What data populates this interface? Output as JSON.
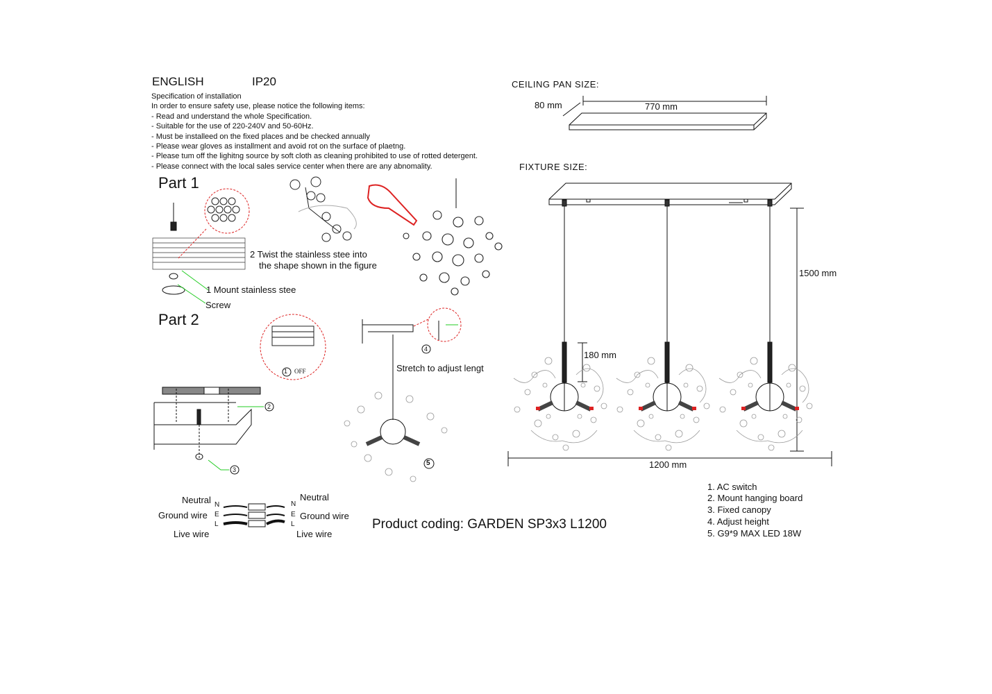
{
  "header": {
    "language": "ENGLISH",
    "ip_rating": "IP20"
  },
  "spec": {
    "title": "Specification of installation",
    "intro": "In order to ensure safety use, please notice the following items:",
    "items": [
      "- Read and understand the whole Specification.",
      "- Suitable for the use of 220-240V and 50-60Hz.",
      "- Must be installeed on the fixed places and be checked annually",
      "- Please wear gloves as installment and avoid rot on the surface of plaetng.",
      "- Please tum off the lighitng source by soft cloth as cleaning prohibited to use of rotted detergent.",
      "- Please connect with the local sales service center when there are any abnomality."
    ]
  },
  "ceiling_pan": {
    "title": "CEILING PAN  SIZE:",
    "depth": "80 mm",
    "length": "770 mm"
  },
  "fixture": {
    "title": "FIXTURE SIZE:",
    "height": "1500 mm",
    "shade_height": "180 mm",
    "width": "1200 mm"
  },
  "part1": {
    "title": "Part 1",
    "step2_line1": "2 Twist  the  stainless  stee  into",
    "step2_line2": "the shape shown in the figure",
    "step1": "1 Mount stainless stee",
    "screw": "Screw"
  },
  "part2": {
    "title": "Part 2",
    "switch_label": "OFF",
    "callouts": [
      "1",
      "2",
      "3",
      "4",
      "5"
    ],
    "stretch": "Stretch to adjust lengt"
  },
  "wiring": {
    "left": {
      "neutral": "Neutral",
      "ground": "Ground wire",
      "live": "Live wire"
    },
    "right": {
      "neutral": "Neutral",
      "ground": "Ground wire",
      "live": "Live wire"
    },
    "letters": [
      "N",
      "E",
      "L"
    ]
  },
  "product_coding": "Product coding: GARDEN SP3x3 L1200",
  "legend": [
    "1. AC switch",
    "2. Mount hanging board",
    "3. Fixed canopy",
    "4. Adjust height",
    "5. G9*9 MAX LED 18W"
  ]
}
